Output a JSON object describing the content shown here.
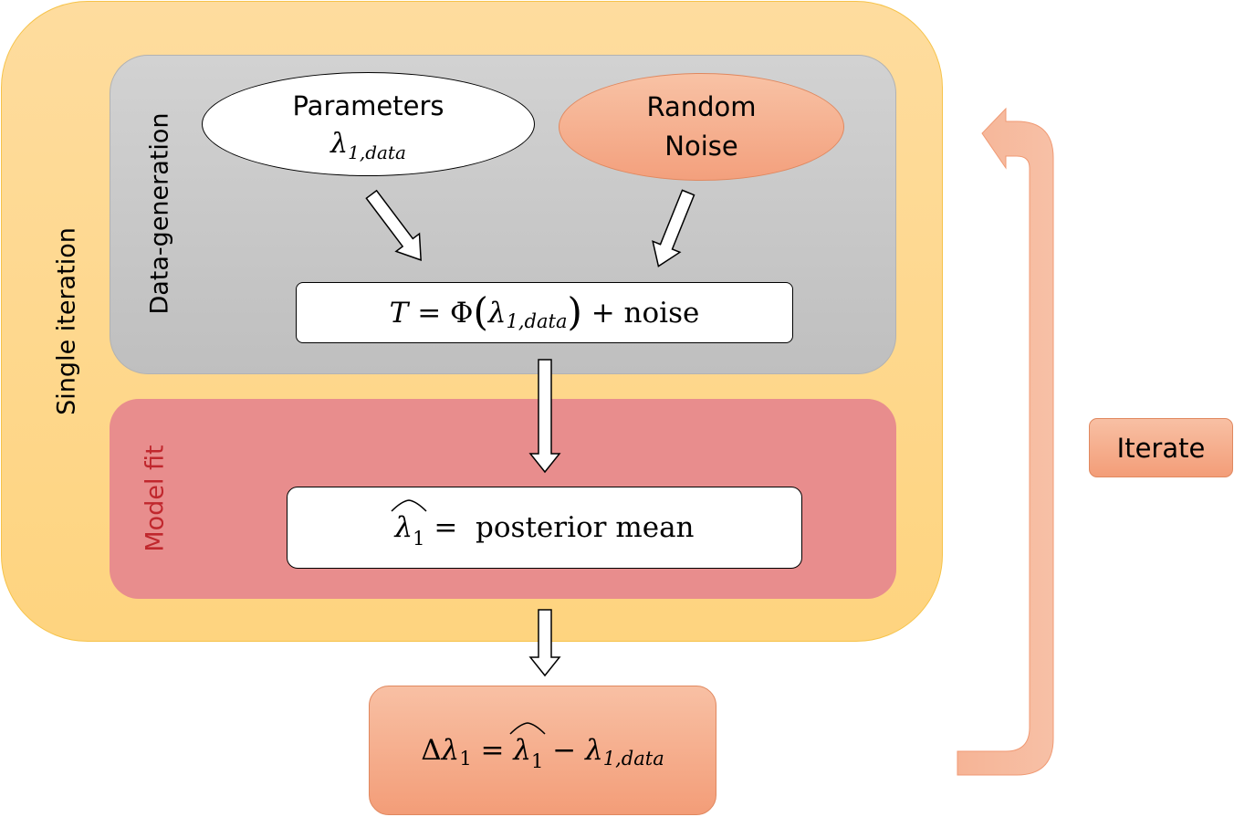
{
  "containers": {
    "single_iteration_label": "Single iteration",
    "data_generation_label": "Data-generation",
    "model_fit_label": "Model fit"
  },
  "nodes": {
    "parameters": {
      "title": "Parameters",
      "symbol": "λ",
      "subscript": "1,data"
    },
    "random_noise": {
      "line1": "Random",
      "line2": "Noise"
    },
    "data_formula": {
      "lhs": "T",
      "eq": " = ",
      "fn": "Φ",
      "lambda": "λ",
      "subscript": "1,data",
      "tail": " + noise"
    },
    "estimate_formula": {
      "lambda": "λ",
      "subscript": "1",
      "rhs": " =  posterior mean"
    },
    "delta_formula": {
      "delta": "Δ",
      "lambda": "λ",
      "sub1": "1",
      "eq": " = ",
      "hat_lambda": "λ",
      "hat_sub": "1",
      "minus": " − ",
      "lambda2": "λ",
      "sub2": "1,data"
    },
    "iterate": {
      "label": "Iterate"
    }
  },
  "colors": {
    "single_iteration_fill": "#fed47f",
    "data_generation_fill": "#c8c8c8",
    "model_fit_fill": "#e88d8d",
    "model_fit_label": "#c0272d",
    "accent_orange": "#f4a27f"
  }
}
